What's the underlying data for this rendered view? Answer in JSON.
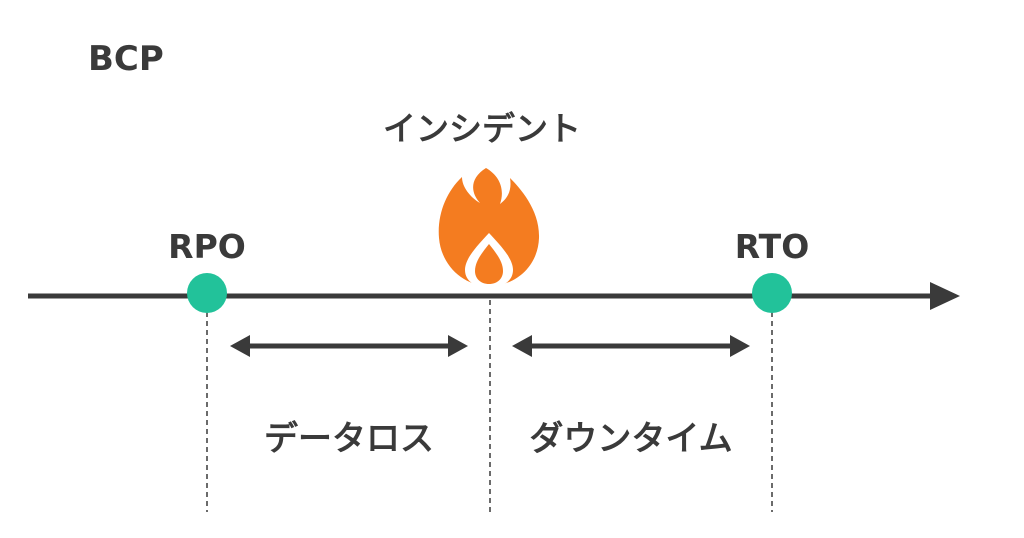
{
  "title": "BCP",
  "incident_label": "インシデント",
  "rpo_label": "RPO",
  "rto_label": "RTO",
  "data_loss_label": "データロス",
  "downtime_label": "ダウンタイム",
  "icons": {
    "incident": "fire-icon"
  },
  "colors": {
    "line": "#3a3a3a",
    "marker": "#22c29a",
    "flame_outer": "#f47c20",
    "flame_inner": "#ffffff",
    "text": "#3a3a3a"
  }
}
